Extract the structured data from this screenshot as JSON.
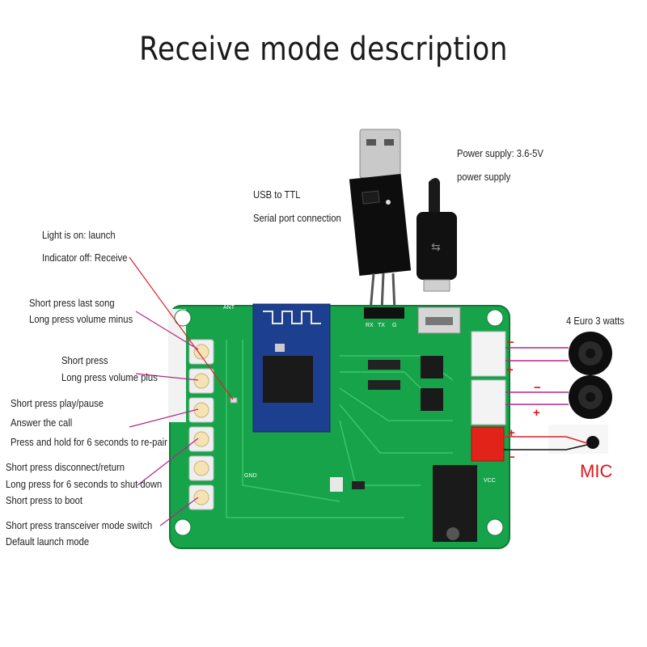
{
  "title": "Receive mode description",
  "labels": {
    "light_on": "Light is on: launch",
    "indicator_off": "Indicator off: Receive",
    "usb_ttl_1": "USB to TTL",
    "usb_ttl_2": "Serial port connection",
    "power_1": "Power supply: 3.6-5V",
    "power_2": "power supply",
    "speakers": "4 Euro 3 watts",
    "mic": "MIC",
    "btn1_a": "Short press last song",
    "btn1_b": "Long press volume minus",
    "btn2_a": "Short press",
    "btn2_b": "Long press volume plus",
    "btn3_a": "Short press play/pause",
    "btn3_b": "Answer the call",
    "btn3_c": "Press and hold for 6 seconds to re-pair",
    "btn4_a": "Short press disconnect/return",
    "btn4_b": "Long press for 6 seconds to shut down",
    "btn4_c": "Short press to boot",
    "btn5_a": "Short press transceiver mode switch",
    "btn5_b": "Default launch mode"
  },
  "pin_labels": {
    "rx": "RX",
    "tx": "TX",
    "g": "G",
    "gnd": "GND",
    "vcc": "VCC",
    "ant": "ANT"
  },
  "polarity": {
    "plus": "+",
    "minus": "−"
  },
  "colors": {
    "board": "#17a34a",
    "lines": "#b0278a",
    "pointer": "#d9232a",
    "mic": "#e0161b"
  }
}
